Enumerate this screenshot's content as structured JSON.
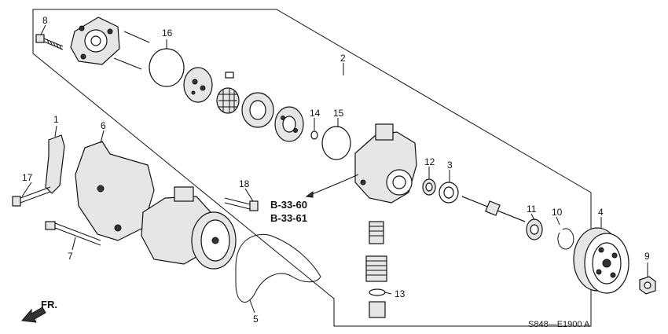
{
  "diagram": {
    "callouts": [
      "1",
      "2",
      "3",
      "4",
      "5",
      "6",
      "7",
      "8",
      "9",
      "10",
      "11",
      "12",
      "13",
      "14",
      "15",
      "16",
      "17",
      "18"
    ],
    "references": [
      "B-33-60",
      "B-33-61"
    ],
    "direction_label": "FR.",
    "drawing_code": "S848—E1900 A"
  }
}
